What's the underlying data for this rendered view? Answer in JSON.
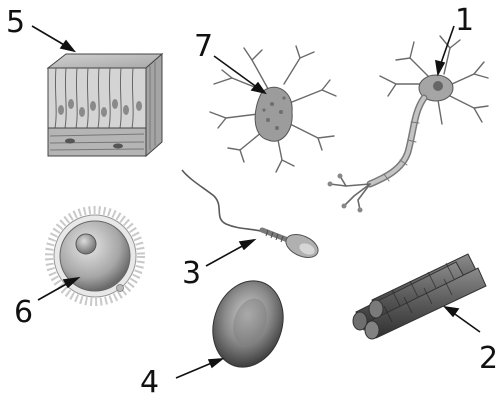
{
  "diagram": {
    "labels": {
      "neuron": "1",
      "muscle_fibers": "2",
      "sperm_cell": "3",
      "red_blood_cell": "4",
      "epithelial_tissue": "5",
      "egg_cell": "6",
      "glial_cell": "7"
    },
    "cells": [
      "neuron",
      "muscle-fibers",
      "sperm-cell",
      "red-blood-cell",
      "epithelial-tissue",
      "egg-cell",
      "glial-cell"
    ]
  },
  "colors": {
    "ink": "#111111",
    "cell_gray": "#9a9a9a",
    "cell_dark": "#4a4a4a",
    "cell_light": "#d8d8d8"
  }
}
